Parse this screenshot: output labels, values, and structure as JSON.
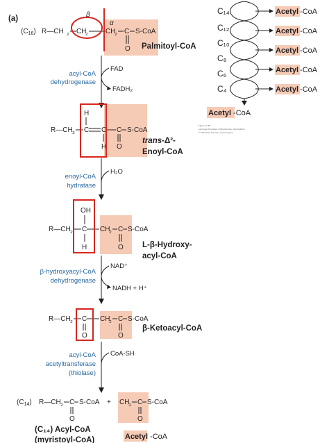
{
  "panel_label": "(a)",
  "step1": {
    "prefix": "(C",
    "prefix_sub": "16",
    "prefix_end": ")",
    "formula": "R—CH",
    "beta_label": "β",
    "alpha_label": "α",
    "name": "Palmitoyl-CoA"
  },
  "reaction1": {
    "enzyme_line1": "acyl-CoA",
    "enzyme_line2": "dehydrogenase",
    "in": "FAD",
    "out": "FADH₂"
  },
  "step2": {
    "name_line1_a": "trans",
    "name_line1_b": "-Δ²-",
    "name_line2": "Enoyl-CoA"
  },
  "reaction2": {
    "enzyme_line1": "enoyl-CoA",
    "enzyme_line2": "hydratase",
    "in": "H₂O"
  },
  "step3": {
    "name_line1": "L-β-Hydroxy-",
    "name_line2": "acyl-CoA"
  },
  "reaction3": {
    "enzyme_line1": "β-hydroxyacyl-CoA",
    "enzyme_line2": "dehydrogenase",
    "in": "NAD⁺",
    "out": "NADH + H⁺"
  },
  "step4": {
    "name": "β-Ketoacyl-CoA"
  },
  "reaction4": {
    "enzyme_line1": "acyl-CoA",
    "enzyme_line2": "acetyltransferase",
    "enzyme_line3": "(thiolase)",
    "in": "CoA-SH"
  },
  "products": {
    "left_prefix": "(C",
    "left_sub": "14",
    "left_end": ")",
    "plus": "+",
    "product1_line1": "(C₁₄) Acyl-CoA",
    "product1_line2": "(myristoyl-CoA)",
    "product2": "Acetyl",
    "product2_suffix": "-CoA"
  },
  "cycles": {
    "carbons": [
      "C₁₄",
      "C₁₂",
      "C₁₀",
      "C₈",
      "C₆",
      "C₄"
    ],
    "acetyl_word": "Acetyl",
    "acetyl_suffix": "-CoA",
    "final_acetyl": "Acetyl",
    "final_suffix": "-CoA",
    "caption_lines": [
      "Figure 17-8b",
      "Lehninger Principles of Biochemistry, Sixth Edition",
      "© 2013 W.H. Freeman and Company"
    ]
  },
  "colors": {
    "highlight": "#f6cbb6",
    "marker": "#d7261e",
    "enzyme": "#2a6aa0"
  }
}
